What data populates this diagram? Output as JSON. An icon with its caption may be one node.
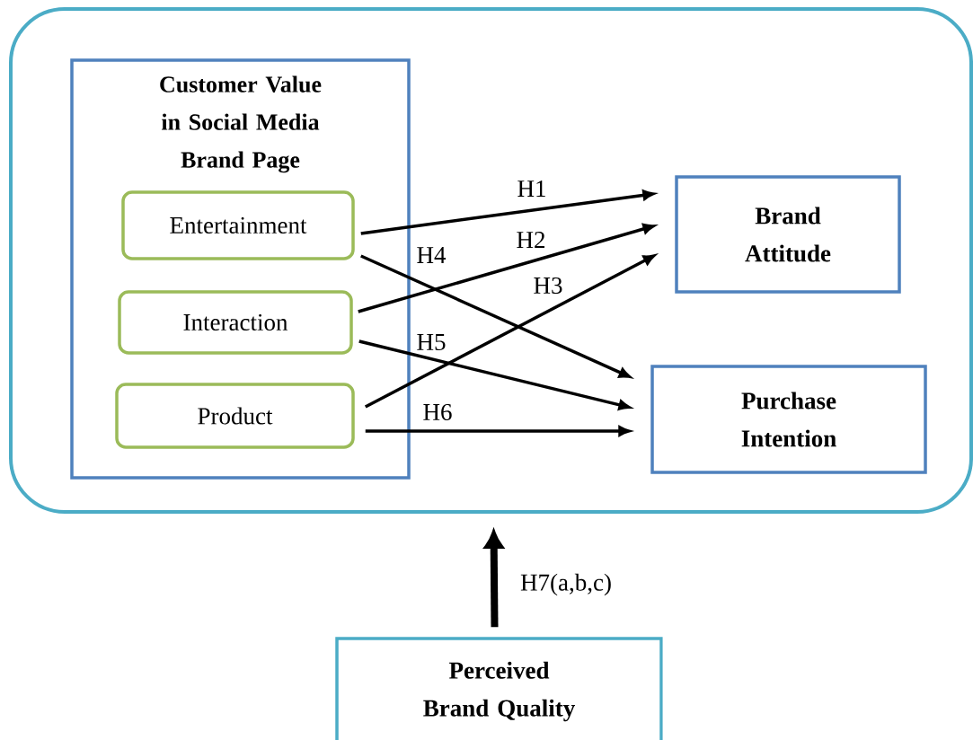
{
  "diagram": {
    "nodes": [
      {
        "text": [],
        "shape": "box"
      },
      {
        "text": [
          "Customer Value in Social Media Brand Page"
        ],
        "in": 0
      },
      {
        "text": [
          "Entertainment"
        ],
        "in": 1
      },
      {
        "text": [
          "Interaction"
        ],
        "in": 1
      },
      {
        "text": [
          "Product"
        ],
        "in": 1
      },
      {
        "text": [
          "Brand Attitude"
        ],
        "in": 0
      },
      {
        "text": [
          "Purchase Intention"
        ],
        "in": 0
      },
      {
        "text": [
          "Perceived Brand Quality"
        ]
      }
    ],
    "edges": [
      {
        "from": 2,
        "to": 5,
        "arrow": "to",
        "label": "H1"
      },
      {
        "from": 3,
        "to": 5,
        "arrow": "to",
        "label": "H2"
      },
      {
        "from": 4,
        "to": 5,
        "arrow": "to",
        "label": "H3"
      },
      {
        "from": 2,
        "to": 6,
        "arrow": "to",
        "label": "H4"
      },
      {
        "from": 3,
        "to": 6,
        "arrow": "to",
        "label": "H5"
      },
      {
        "from": 4,
        "to": 6,
        "arrow": "to",
        "label": "H6"
      },
      {
        "from": 7,
        "to": 0,
        "arrow": "to",
        "label": "H7(a,b,c)",
        "style": "thick"
      }
    ]
  }
}
